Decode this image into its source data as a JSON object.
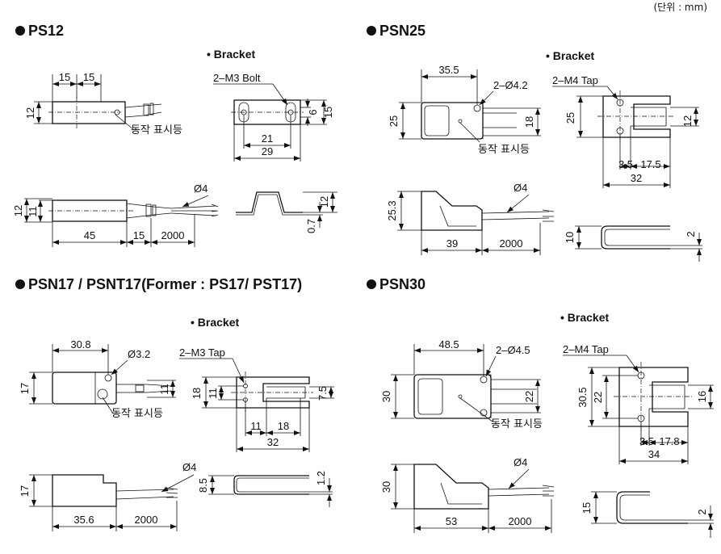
{
  "unit_note": "(단위 : mm)",
  "indicator_label": "동작 표시등",
  "bracket_label": "• Bracket",
  "sections": {
    "ps12": {
      "title": "PS12",
      "dims": {
        "d15a": "15",
        "d15b": "15",
        "h12": "12",
        "b_bolt": "2–M3 Bolt",
        "b6": "6",
        "b15": "15",
        "b21": "21",
        "b29": "29",
        "s12": "12",
        "s11": "11",
        "phi": "Ø4",
        "l45": "45",
        "l15": "15",
        "l2000": "2000",
        "bt07": "0.7",
        "bh12": "12"
      }
    },
    "psn25": {
      "title": "PSN25",
      "dims": {
        "w355": "35.5",
        "hole": "2–Ø4.2",
        "h25": "25",
        "h18": "18",
        "tap": "2–M4 Tap",
        "b25": "25",
        "b12": "12",
        "b35": "3.5",
        "b175": "17.5",
        "b32": "32",
        "s253": "25.3",
        "phi": "Ø4",
        "l39": "39",
        "l2000": "2000",
        "bh10": "10",
        "bt2": "2"
      }
    },
    "psn17": {
      "title": "PSN17 / PSNT17(Former : PS17/ PST17)",
      "dims": {
        "w308": "30.8",
        "hole": "Ø3.2",
        "h17": "17",
        "h11": "11",
        "tap": "2–M3 Tap",
        "b18": "18",
        "b11": "11",
        "b75": "7.5",
        "b11w": "11",
        "b18w": "18",
        "b32": "32",
        "s17": "17",
        "phi": "Ø4",
        "l356": "35.6",
        "l2000": "2000",
        "bh85": "8.5",
        "bt12": "1.2"
      }
    },
    "psn30": {
      "title": "PSN30",
      "dims": {
        "w485": "48.5",
        "hole": "2–Ø4.5",
        "h30": "30",
        "h22": "22",
        "tap": "2–M4 Tap",
        "b305": "30.5",
        "b22": "22",
        "b16": "16",
        "b35": "3.5",
        "b178": "17.8",
        "b34": "34",
        "s30": "30",
        "phi": "Ø4",
        "l53": "53",
        "l2000": "2000",
        "bh15": "15",
        "bt2": "2"
      }
    }
  }
}
